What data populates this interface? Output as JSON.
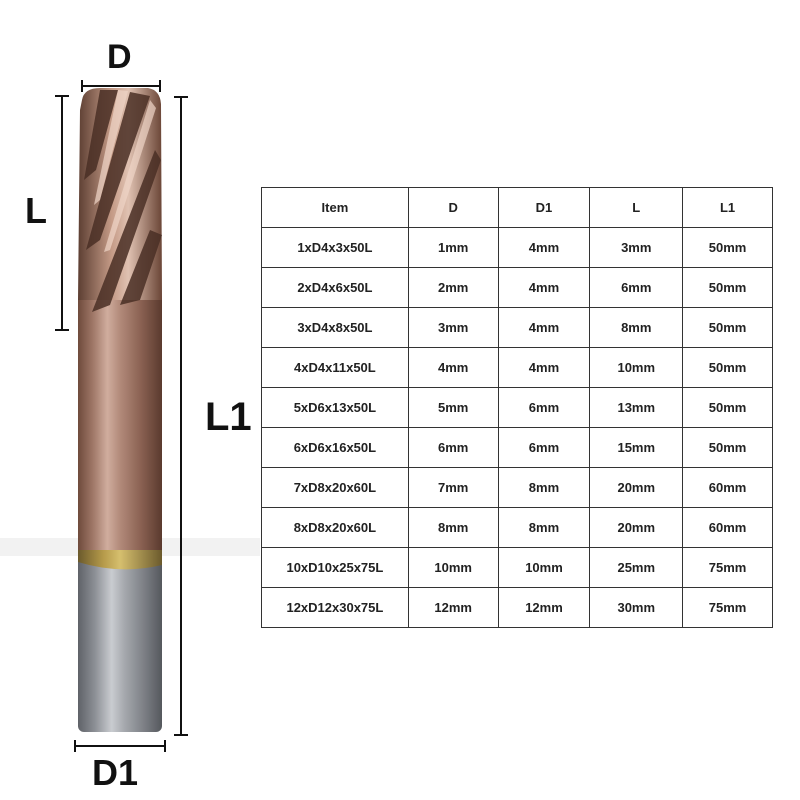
{
  "figure": {
    "dimension_labels": {
      "d": "D",
      "l": "L",
      "l1": "L1",
      "d1": "D1"
    }
  },
  "spec_table": {
    "headers": [
      "Item",
      "D",
      "D1",
      "L",
      "L1"
    ],
    "rows": [
      [
        "1xD4x3x50L",
        "1mm",
        "4mm",
        "3mm",
        "50mm"
      ],
      [
        "2xD4x6x50L",
        "2mm",
        "4mm",
        "6mm",
        "50mm"
      ],
      [
        "3xD4x8x50L",
        "3mm",
        "4mm",
        "8mm",
        "50mm"
      ],
      [
        "4xD4x11x50L",
        "4mm",
        "4mm",
        "10mm",
        "50mm"
      ],
      [
        "5xD6x13x50L",
        "5mm",
        "6mm",
        "13mm",
        "50mm"
      ],
      [
        "6xD6x16x50L",
        "6mm",
        "6mm",
        "15mm",
        "50mm"
      ],
      [
        "7xD8x20x60L",
        "7mm",
        "8mm",
        "20mm",
        "60mm"
      ],
      [
        "8xD8x20x60L",
        "8mm",
        "8mm",
        "20mm",
        "60mm"
      ],
      [
        "10xD10x25x75L",
        "10mm",
        "10mm",
        "25mm",
        "75mm"
      ],
      [
        "12xD12x30x75L",
        "12mm",
        "12mm",
        "30mm",
        "75mm"
      ]
    ]
  }
}
